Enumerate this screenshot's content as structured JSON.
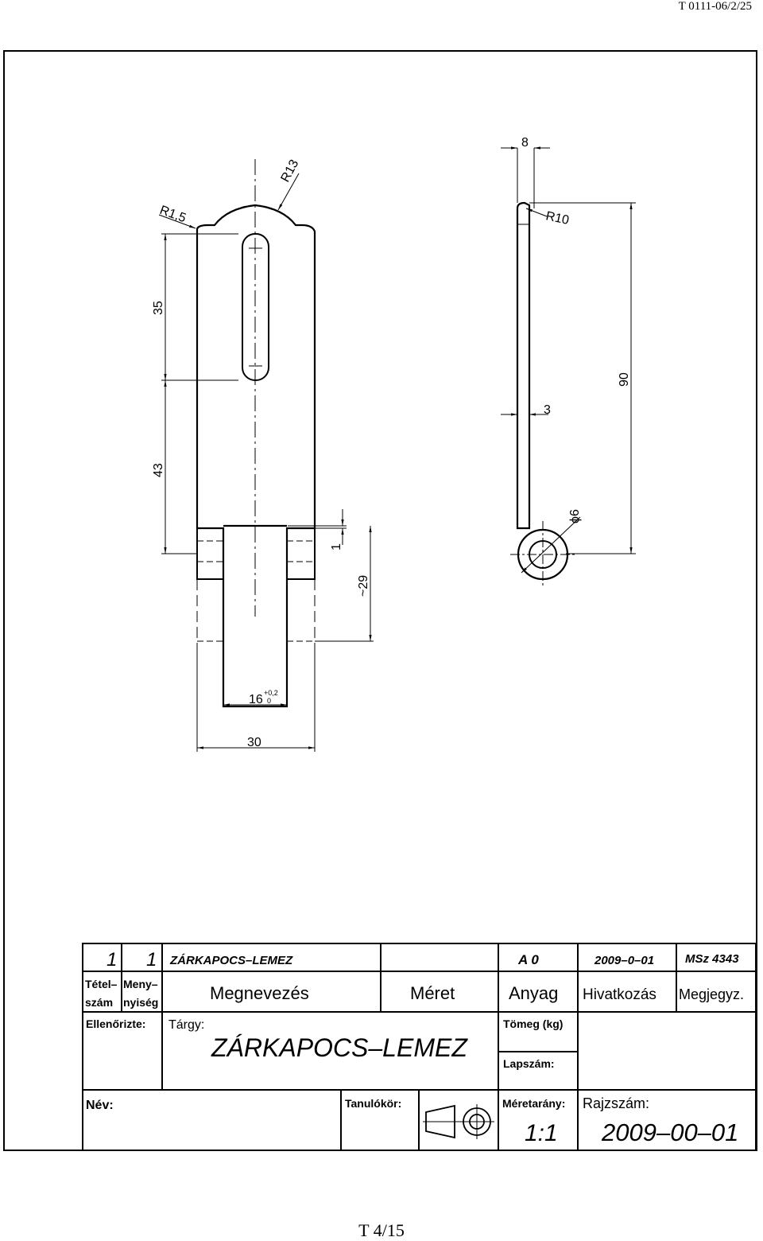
{
  "header": {
    "doc_code": "T 0111-06/2/25"
  },
  "footer": {
    "page": "T 4/15"
  },
  "dimensions": {
    "r13": "R13",
    "r1_5": "R1,5",
    "d35": "35",
    "d43": "43",
    "d1": "1",
    "d29": "~29",
    "d16": "16",
    "d16_tol": "+0,2",
    "d16_tol2": "0",
    "d30": "30",
    "d8": "8",
    "r10": "R10",
    "d90": "90",
    "d3": "3",
    "phi6": "ϕ6"
  },
  "title_block": {
    "row1": {
      "item": "1",
      "qty": "1",
      "name": "ZÁRKAPOCS–LEMEZ",
      "size": "",
      "material": "A 0",
      "reference": "2009–0–01",
      "note": "MSz 4343"
    },
    "header_row": {
      "item_l1": "Tétel–",
      "item_l2": "szám",
      "qty_l1": "Meny–",
      "qty_l2": "nyiség",
      "name": "Megnevezés",
      "size": "Méret",
      "material": "Anyag",
      "reference": "Hivatkozás",
      "note": "Megjegyz."
    },
    "checked_label": "Ellenőrizte:",
    "subject_label": "Tárgy:",
    "subject_value": "ZÁRKAPOCS–LEMEZ",
    "mass_label": "Tömeg (kg)",
    "sheet_label": "Lapszám:",
    "name_label": "Név:",
    "group_label": "Tanulókör:",
    "scale_label": "Méretarány:",
    "scale_value": "1:1",
    "drawing_no_label": "Rajzszám:",
    "drawing_no_value": "2009–00–01"
  }
}
